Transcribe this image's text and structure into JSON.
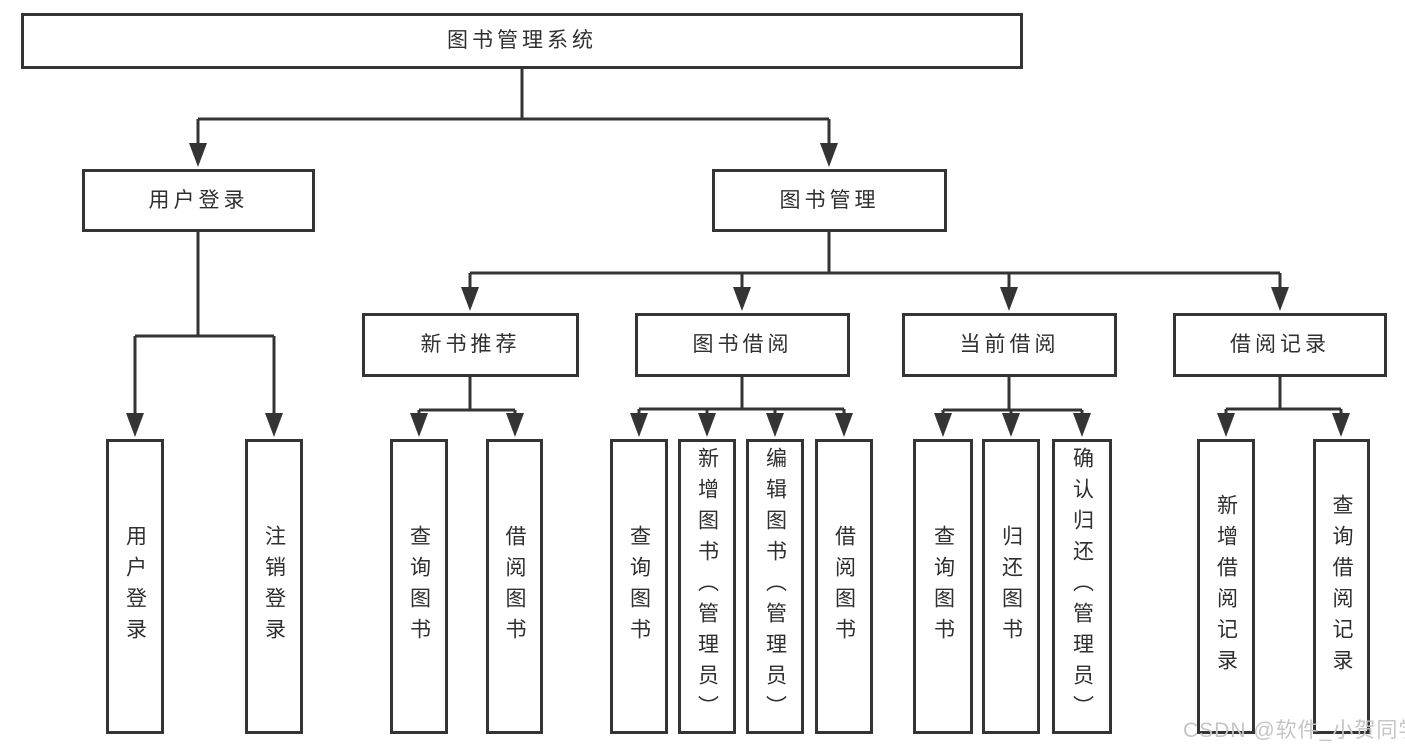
{
  "colors": {
    "line": "#343434",
    "text": "#2f2f2f",
    "boxBg": "#ffffff",
    "watermark": "#c5c5c5"
  },
  "watermark": "CSDN @软件_小贺同学",
  "nodes": {
    "root": "图书管理系统",
    "l2": {
      "user_login": "用户登录",
      "book_mgmt": "图书管理"
    },
    "l3": {
      "new_books": "新书推荐",
      "book_borrow": "图书借阅",
      "current_borrow": "当前借阅",
      "borrow_records": "借阅记录"
    },
    "leaves": {
      "login": "用户登录",
      "logout": "注销登录",
      "nb_query": "查询图书",
      "nb_borrow": "借阅图书",
      "bb_query": "查询图书",
      "bb_add": "新增图书（管理员）",
      "bb_edit": "编辑图书（管理员）",
      "bb_borrow": "借阅图书",
      "cb_query": "查询图书",
      "cb_return": "归还图书",
      "cb_confirm": "确认归还（管理员）",
      "rec_add": "新增借阅记录",
      "rec_query": "查询借阅记录"
    }
  }
}
